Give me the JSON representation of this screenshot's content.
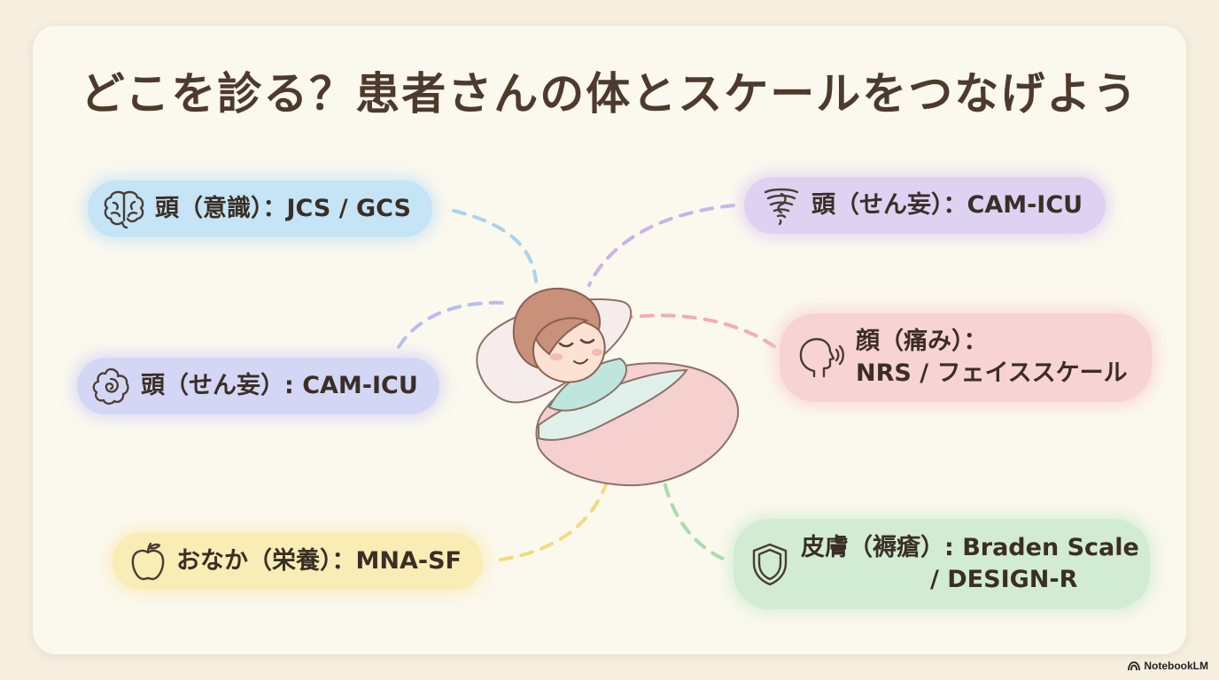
{
  "title": "どこを診る？患者さんの体とスケールをつなげよう",
  "nodes": {
    "consciousness": {
      "icon": "brain-icon",
      "line1": "頭（意識）：JCS / GCS"
    },
    "delirium_top": {
      "icon": "spiral-tornado-icon",
      "line1": "頭（せん妄）：CAM-ICU"
    },
    "delirium_left": {
      "icon": "spiral-flower-icon",
      "line1": "頭（せん妄）: CAM-ICU"
    },
    "pain": {
      "icon": "speaking-head-icon",
      "line1": "顔（痛み）：",
      "line2": "NRS / フェイススケール"
    },
    "nutrition": {
      "icon": "apple-icon",
      "line1": "おなか（栄養）：MNA-SF"
    },
    "skin": {
      "icon": "shield-icon",
      "line1": "皮膚（褥瘡）: Braden Scale",
      "line2": "/ DESIGN-R"
    }
  },
  "colors": {
    "blue": "#c5e4f6",
    "violet": "#ddd2f1",
    "indigo": "#d4d6f5",
    "pink": "#f8d3d3",
    "yellow": "#f9ecb4",
    "green": "#d1ecd2",
    "title": "#4d3a2c"
  },
  "brand": {
    "icon": "notebooklm-logo-icon",
    "label": "NotebookLM"
  }
}
